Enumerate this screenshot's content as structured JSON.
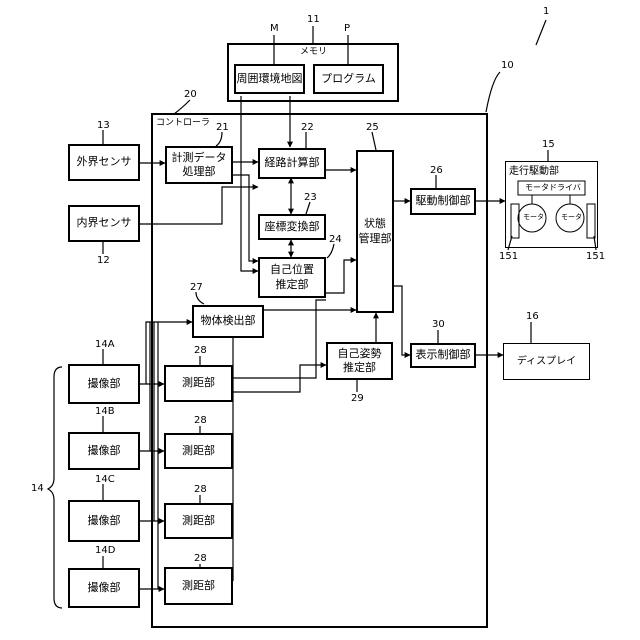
{
  "figure_number": "1",
  "refs": {
    "system": "10",
    "memory": "11",
    "map": "M",
    "program": "P",
    "external_sensor": "13",
    "internal_sensor": "12",
    "controller": "20",
    "measurement_processing": "21",
    "route_calc": "22",
    "coord_transform": "23",
    "self_position": "24",
    "state_management": "25",
    "drive_control": "26",
    "object_detection": "27",
    "ranging": "28",
    "self_posture": "29",
    "display_control": "30",
    "travel_drive": "15",
    "display": "16",
    "motor_left": "151",
    "motor_right": "151",
    "camera_group": "14",
    "camera_a": "14A",
    "camera_b": "14B",
    "camera_c": "14C",
    "camera_d": "14D"
  },
  "labels": {
    "memory": "メモリ",
    "map": "周囲環境地図",
    "program": "プログラム",
    "controller": "コントローラ",
    "external_sensor": "外界センサ",
    "internal_sensor": "内界センサ",
    "measurement_processing": "計測データ\n処理部",
    "route_calc": "経路計算部",
    "coord_transform": "座標変換部",
    "self_position": "自己位置\n推定部",
    "state_management": "状態\n管理部",
    "drive_control": "駆動制御部",
    "object_detection": "物体検出部",
    "self_posture": "自己姿勢\n推定部",
    "display_control": "表示制御部",
    "travel_drive": "走行駆動部",
    "motor_driver": "モータドライバ",
    "motor": "モータ",
    "display": "ディスプレイ",
    "camera": "撮像部",
    "ranging": "測距部"
  }
}
